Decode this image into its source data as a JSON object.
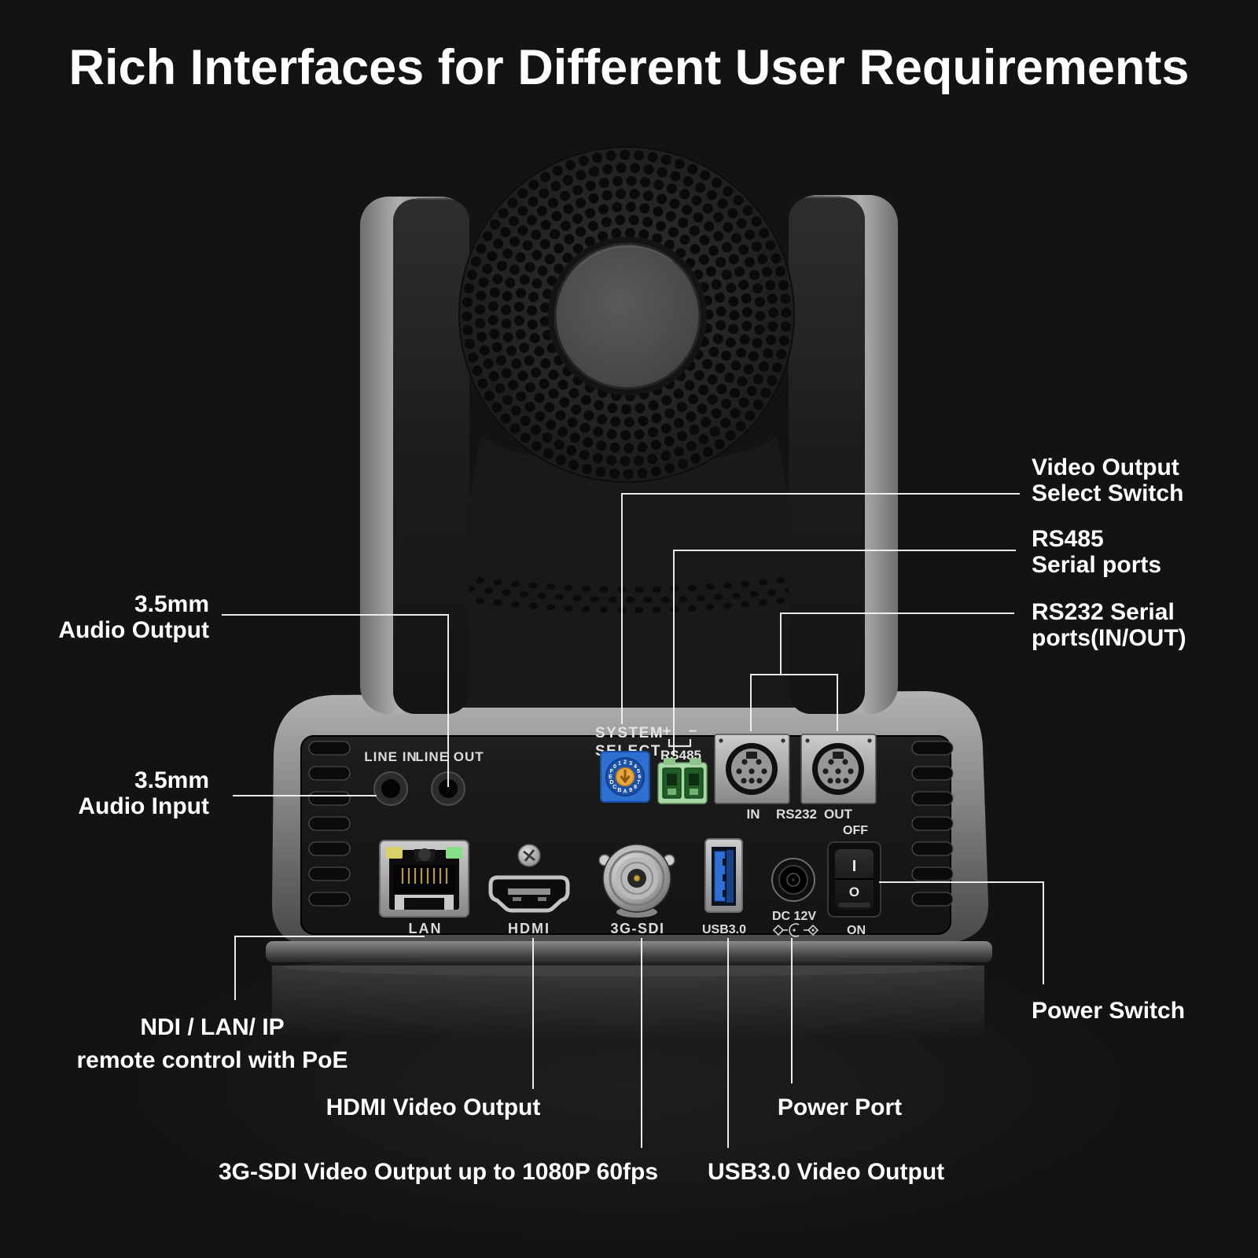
{
  "title": "Rich Interfaces for Different User Requirements",
  "callouts": {
    "video_select": {
      "line1": "Video Output",
      "line2": "Select Switch"
    },
    "rs485": {
      "line1": "RS485",
      "line2": "Serial ports"
    },
    "rs232": {
      "line1": "RS232 Serial",
      "line2": "ports(IN/OUT)"
    },
    "audio_output": {
      "line1": "3.5mm",
      "line2": "Audio Output"
    },
    "audio_input": {
      "line1": "3.5mm",
      "line2": "Audio Input"
    },
    "ndi": {
      "line1": "NDI / LAN/ IP",
      "line2": "remote control with PoE"
    },
    "hdmi": "HDMI Video Output",
    "sdi": "3G-SDI  Video Output up to 1080P 60fps",
    "usb": "USB3.0 Video Output",
    "power_port": "Power Port",
    "power_switch": "Power Switch"
  },
  "panel": {
    "line_in": "LINE IN",
    "line_out": "LINE OUT",
    "system_select_line1": "SYSTEM",
    "system_select_line2": "SELECT",
    "plus": "+",
    "minus": "−",
    "rs485": "RS485",
    "rs232_in": "IN",
    "rs232": "RS232",
    "rs232_out": "OUT",
    "off": "OFF",
    "on": "ON",
    "switch_i": "I",
    "switch_o": "O",
    "lan": "LAN",
    "hdmi": "HDMI",
    "sdi": "3G-SDI",
    "usb": "USB3.0",
    "dc": "DC 12V",
    "dial_chars": "0123456789ABCDEF"
  },
  "colors": {
    "background": "#131313",
    "label_text": "#ffffff",
    "leader_line": "#f5f5f5",
    "dial_blue": "#2d6fd2",
    "dial_center_orange": "#e9a63c",
    "rs485_green": "#a8d8a8",
    "usb_blue": "#2f6fd6",
    "led_yellow": "#d9d06a",
    "led_green": "#86df86"
  }
}
